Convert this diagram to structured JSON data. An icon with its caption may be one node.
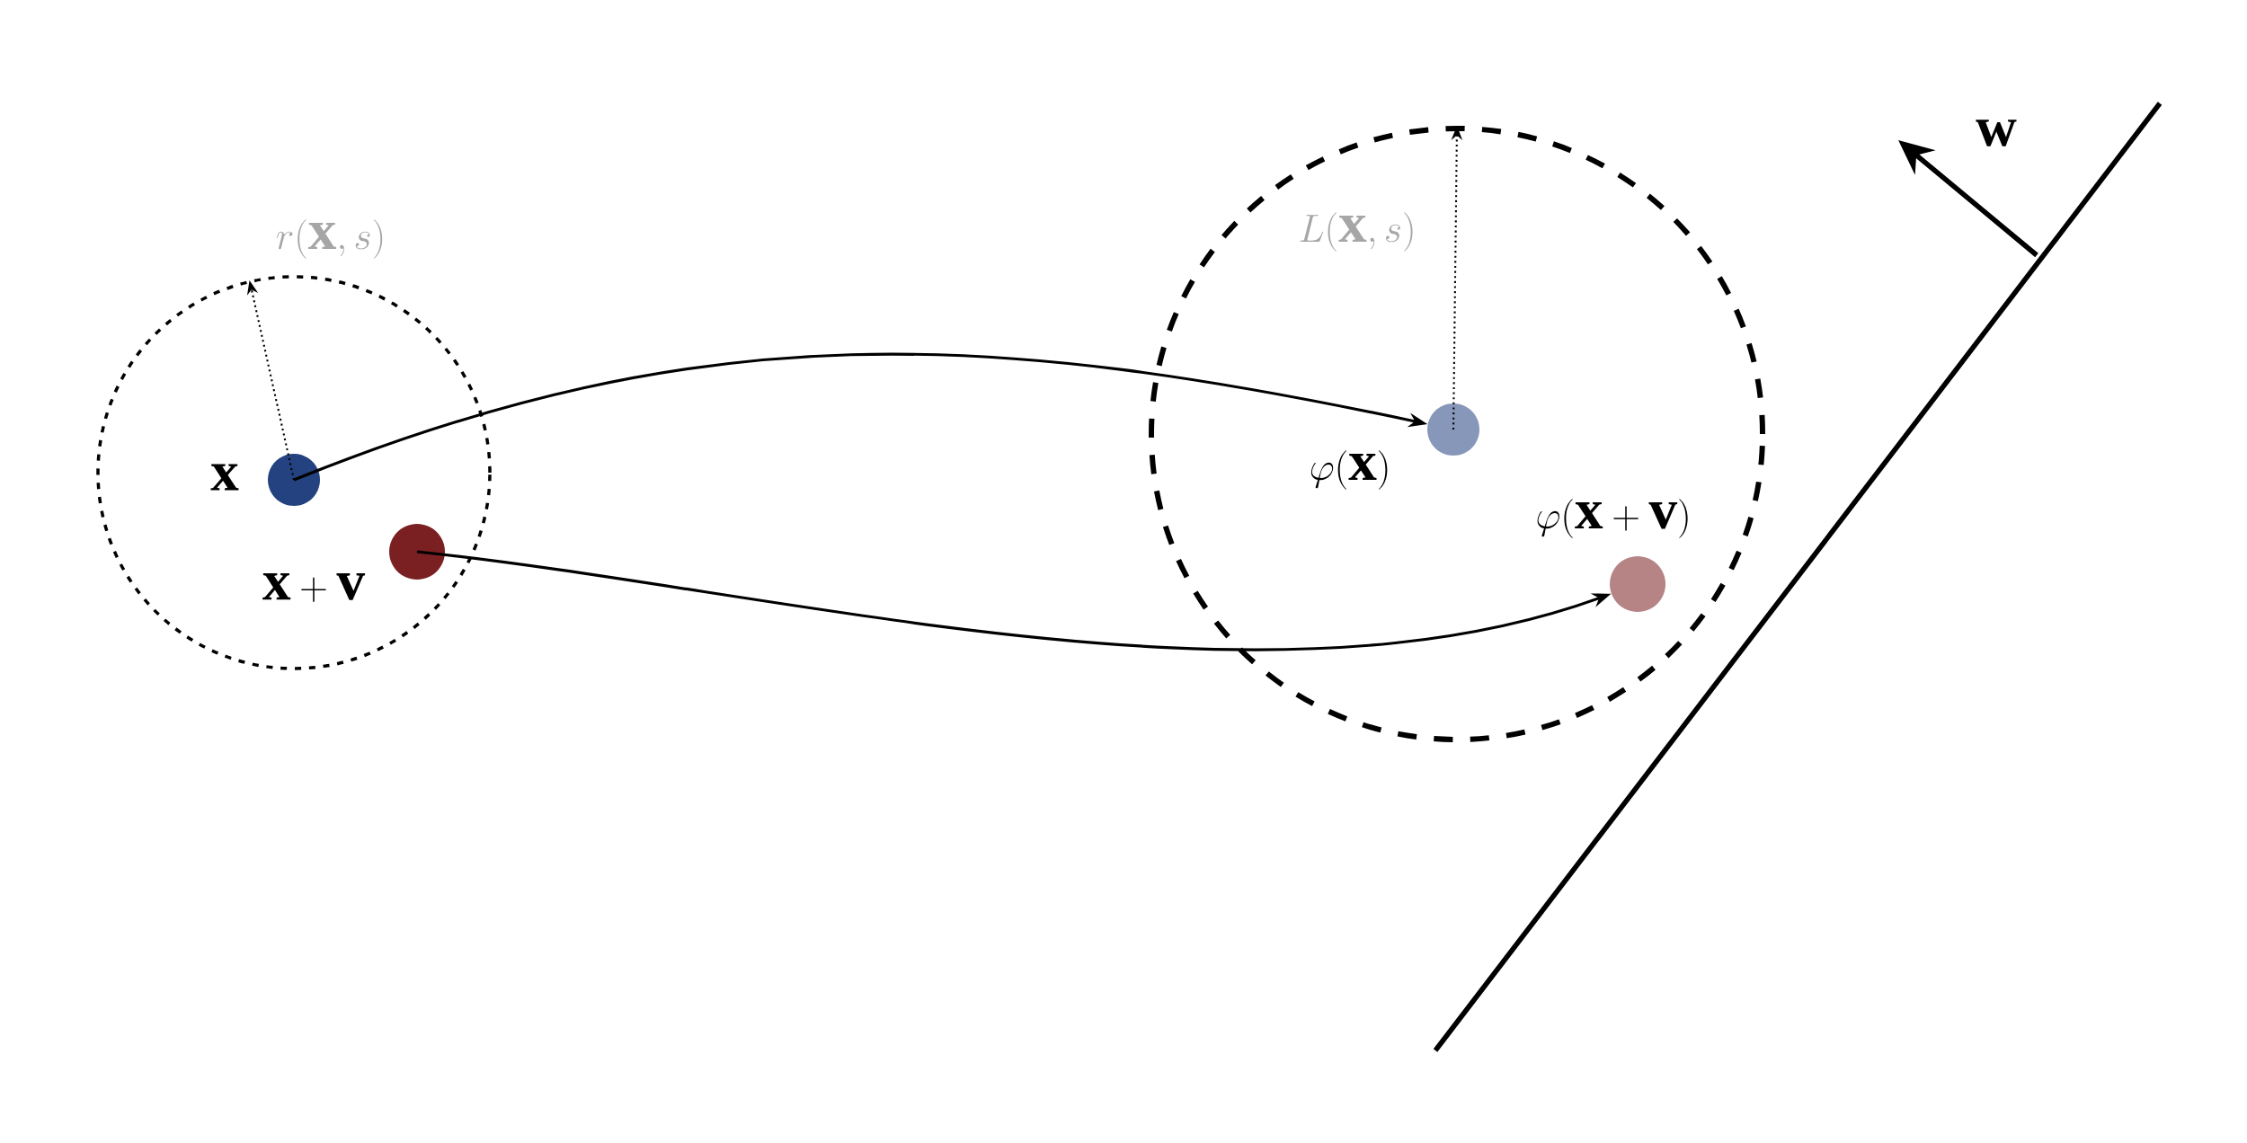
{
  "diagram": {
    "nodes": [
      {
        "text": [],
        "shape": "circle"
      },
      {
        "text": [],
        "shape": "circle",
        "in": 0,
        "beside": [
          "\\mathbf{x}"
        ]
      },
      {
        "text": [],
        "shape": "circle",
        "in": 0,
        "beside": [
          "\\mathbf{x}+\\mathbf{v}"
        ]
      },
      {
        "text": [],
        "shape": "circle"
      },
      {
        "text": [],
        "shape": "circle",
        "in": 3,
        "beside": [
          "\\varphi(\\mathbf{x})"
        ]
      },
      {
        "text": [],
        "shape": "circle",
        "in": 3,
        "beside": [
          "\\varphi(\\mathbf{x}+\\mathbf{v})"
        ]
      }
    ],
    "edges": [
      {
        "from": 1,
        "to": 4,
        "arrow": "to"
      },
      {
        "from": 2,
        "to": 5,
        "arrow": "to"
      },
      {
        "from": 1,
        "to": 0,
        "arrow": "to",
        "style": "dashed"
      },
      {
        "from": 4,
        "to": 3,
        "arrow": "to",
        "style": "dashed"
      }
    ],
    "labels": [
      "r(\\mathbf{x},s)",
      "L(\\mathbf{x},s)",
      "\\mathbf{w}"
    ]
  }
}
